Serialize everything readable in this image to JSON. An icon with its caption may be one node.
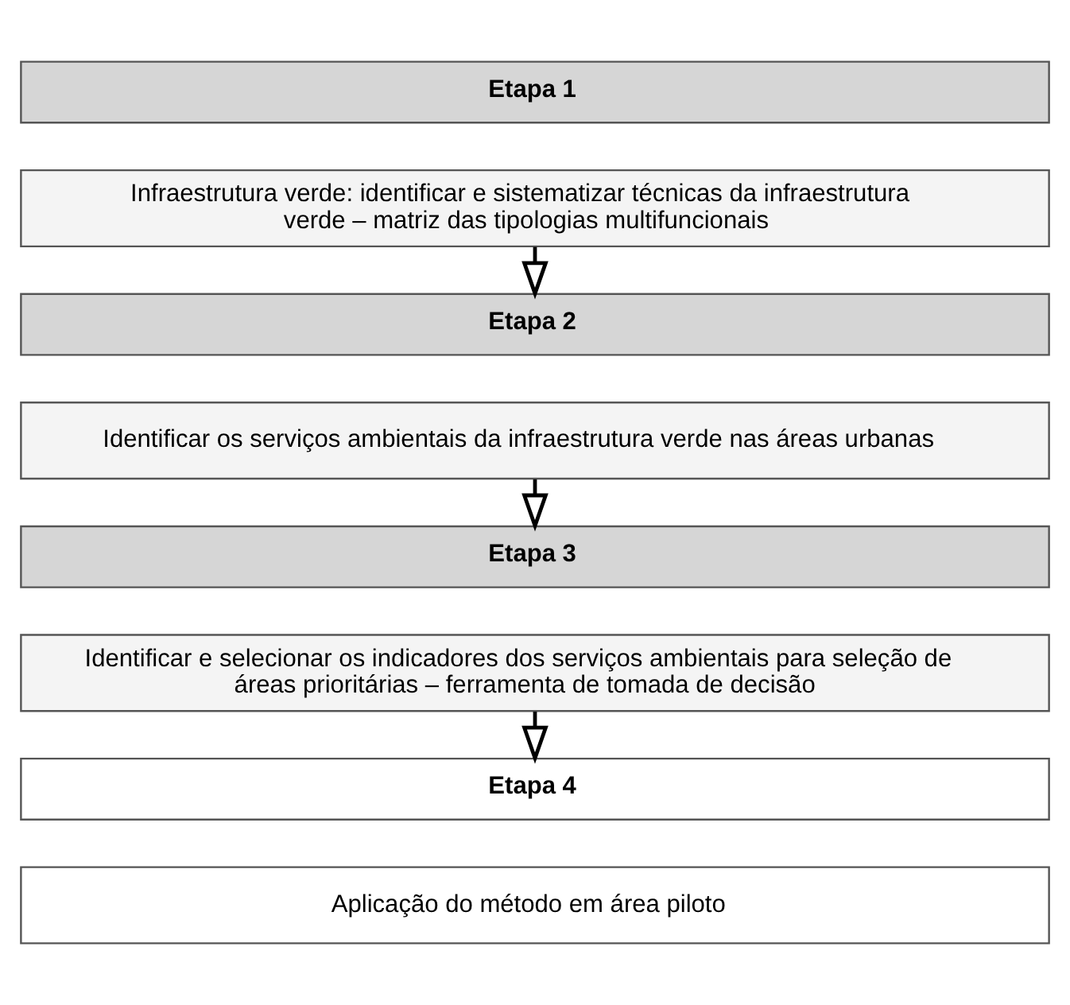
{
  "diagram": {
    "nodes": [
      {
        "text": [
          "Etapa 1"
        ]
      },
      {
        "text": [
          "Infraestrutura verde: identificar e sistematizar técnicas da infraestrutura verde – matriz das tipologias multifuncionais"
        ]
      },
      {
        "text": [
          "Etapa 2"
        ]
      },
      {
        "text": [
          "Identificar os serviços ambientais da infraestrutura verde nas áreas urbanas"
        ]
      },
      {
        "text": [
          "Etapa 3"
        ]
      },
      {
        "text": [
          "Identificar e selecionar os indicadores dos serviços ambientais para seleção de áreas prioritárias – ferramenta de tomada de decisão"
        ]
      },
      {
        "text": [
          "Etapa 4"
        ]
      },
      {
        "text": [
          "Aplicação do método em área piloto"
        ]
      }
    ],
    "edges": [
      {
        "from": 1,
        "to": 2,
        "arrow": "to"
      },
      {
        "from": 3,
        "to": 4,
        "arrow": "to"
      },
      {
        "from": 5,
        "to": 6,
        "arrow": "to"
      }
    ]
  }
}
